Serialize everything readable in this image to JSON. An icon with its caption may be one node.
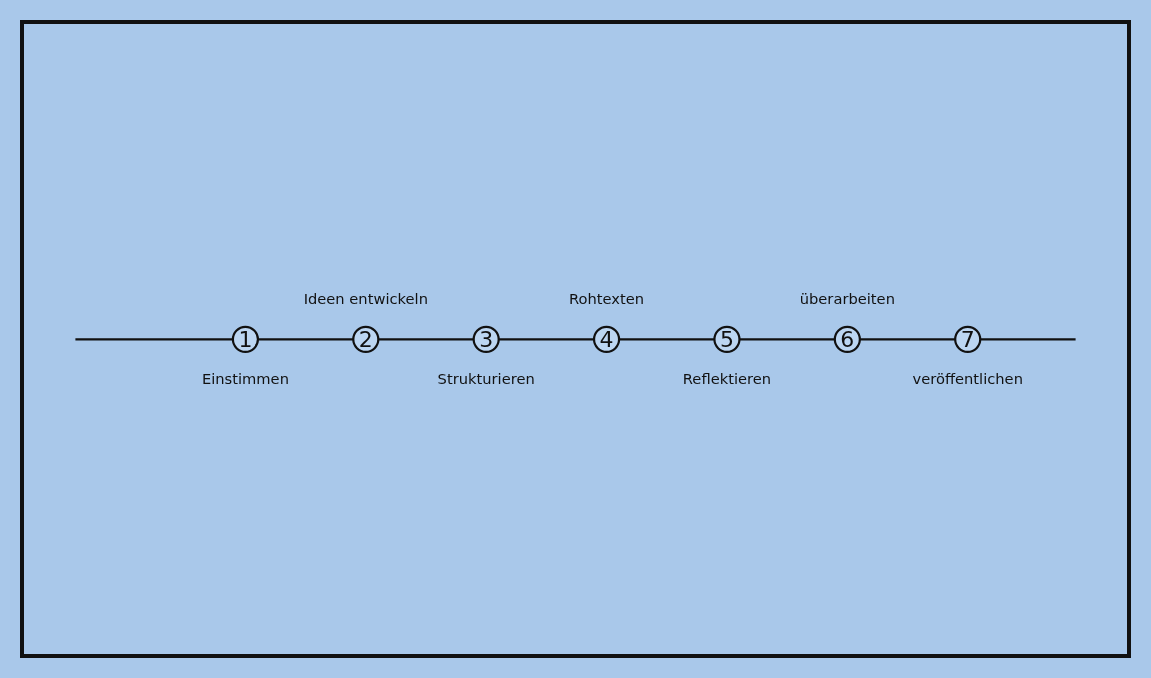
{
  "diagram": {
    "nodes": [
      {
        "text": [
          "1"
        ],
        "beside": [
          "Einstimmen"
        ]
      },
      {
        "text": [
          "2"
        ],
        "beside": [
          "Ideen entwickeln"
        ]
      },
      {
        "text": [
          "3"
        ],
        "beside": [
          "Strukturieren"
        ]
      },
      {
        "text": [
          "4"
        ],
        "beside": [
          "Rohtexten"
        ]
      },
      {
        "text": [
          "5"
        ],
        "beside": [
          "Reflektieren"
        ]
      },
      {
        "text": [
          "6"
        ],
        "beside": [
          "überarbeiten"
        ]
      },
      {
        "text": [
          "7"
        ],
        "beside": [
          "veröffentlichen"
        ]
      }
    ],
    "edges": [
      {
        "from": null,
        "to": 0,
        "arrow": "none"
      },
      {
        "from": 0,
        "to": 1,
        "arrow": "none"
      },
      {
        "from": 1,
        "to": 2,
        "arrow": "none"
      },
      {
        "from": 2,
        "to": 3,
        "arrow": "none"
      },
      {
        "from": 3,
        "to": 4,
        "arrow": "none"
      },
      {
        "from": 4,
        "to": 5,
        "arrow": "none"
      },
      {
        "from": 5,
        "to": 6,
        "arrow": "none"
      },
      {
        "from": 6,
        "to": null,
        "arrow": "none"
      }
    ]
  }
}
